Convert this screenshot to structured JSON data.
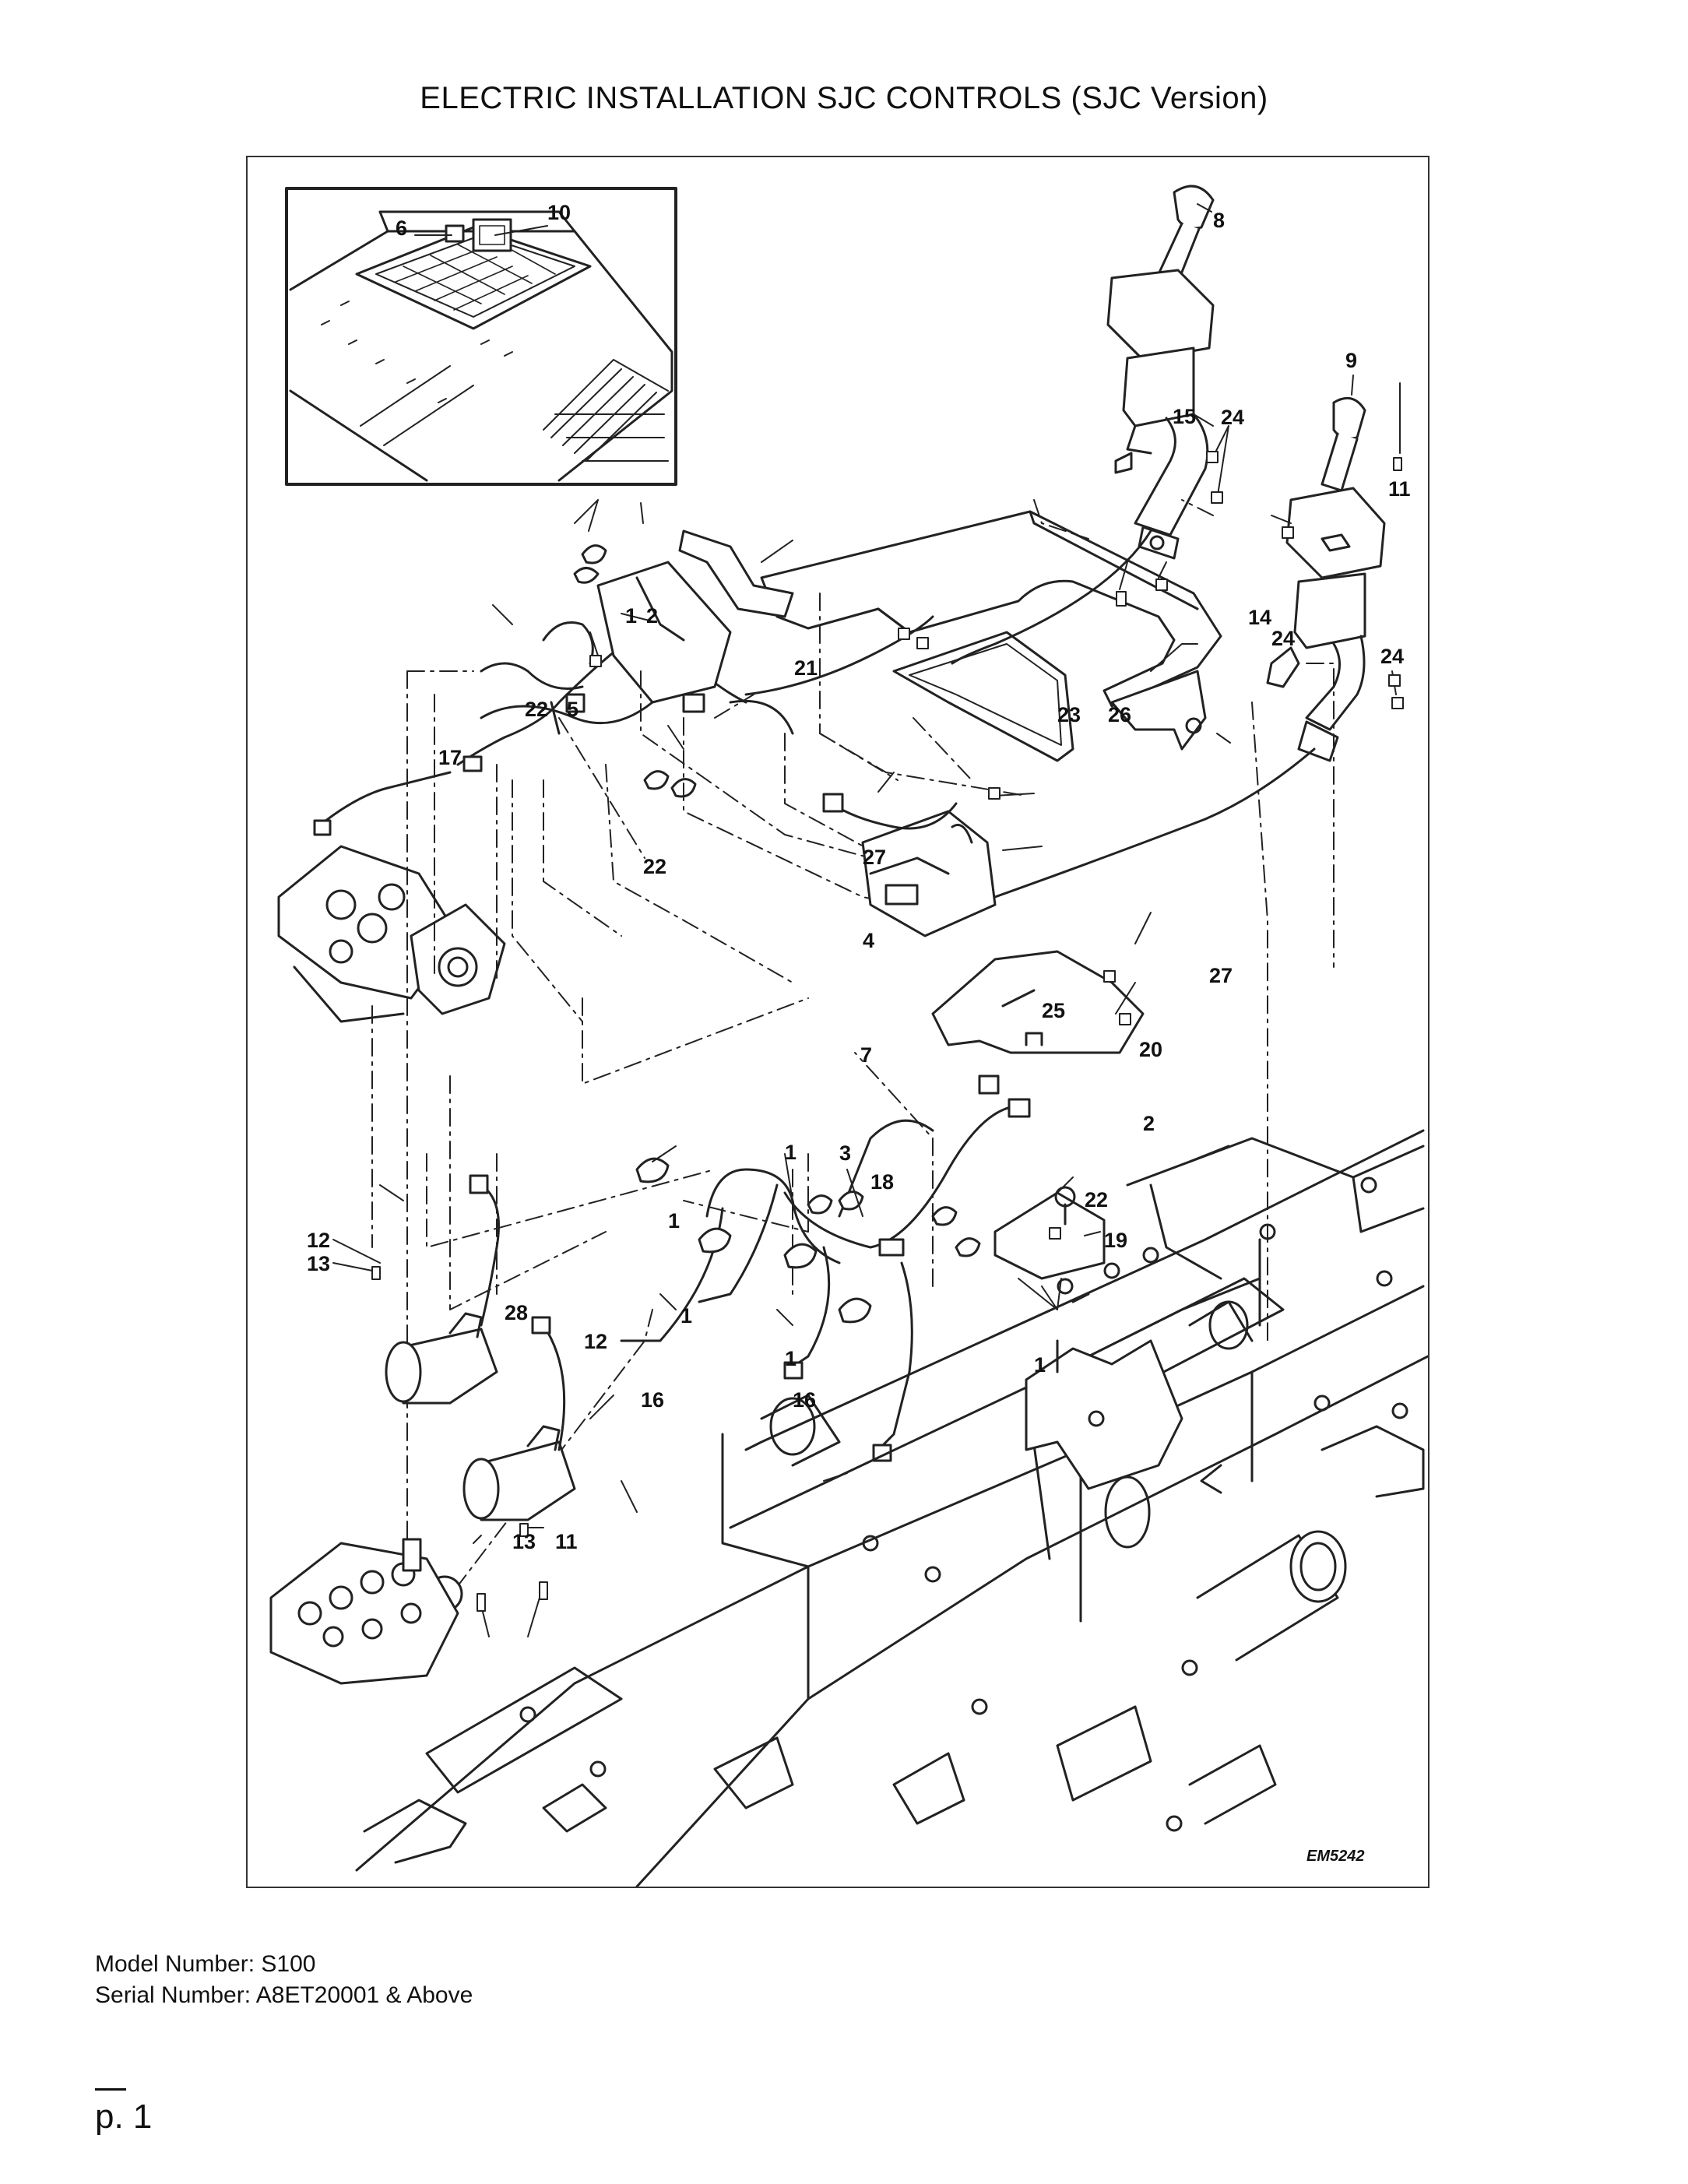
{
  "title": "ELECTRIC INSTALLATION SJC CONTROLS (SJC Version)",
  "diagram": {
    "code": "EM5242",
    "callouts": [
      {
        "id": "c-6",
        "label": "6"
      },
      {
        "id": "c-10",
        "label": "10"
      },
      {
        "id": "c-8",
        "label": "8"
      },
      {
        "id": "c-9",
        "label": "9"
      },
      {
        "id": "c-15",
        "label": "15"
      },
      {
        "id": "c-24a",
        "label": "24"
      },
      {
        "id": "c-11a",
        "label": "11"
      },
      {
        "id": "c-14",
        "label": "14"
      },
      {
        "id": "c-24b",
        "label": "24"
      },
      {
        "id": "c-24c",
        "label": "24"
      },
      {
        "id": "c-1a",
        "label": "1"
      },
      {
        "id": "c-2a",
        "label": "2"
      },
      {
        "id": "c-21",
        "label": "21"
      },
      {
        "id": "c-22a",
        "label": "22"
      },
      {
        "id": "c-5",
        "label": "5"
      },
      {
        "id": "c-23",
        "label": "23"
      },
      {
        "id": "c-26",
        "label": "26"
      },
      {
        "id": "c-17",
        "label": "17"
      },
      {
        "id": "c-27a",
        "label": "27"
      },
      {
        "id": "c-22b",
        "label": "22"
      },
      {
        "id": "c-4",
        "label": "4"
      },
      {
        "id": "c-27b",
        "label": "27"
      },
      {
        "id": "c-25",
        "label": "25"
      },
      {
        "id": "c-7",
        "label": "7"
      },
      {
        "id": "c-20",
        "label": "20"
      },
      {
        "id": "c-2b",
        "label": "2"
      },
      {
        "id": "c-1b",
        "label": "1"
      },
      {
        "id": "c-3",
        "label": "3"
      },
      {
        "id": "c-18",
        "label": "18"
      },
      {
        "id": "c-22c",
        "label": "22"
      },
      {
        "id": "c-1c",
        "label": "1"
      },
      {
        "id": "c-19",
        "label": "19"
      },
      {
        "id": "c-12a",
        "label": "12"
      },
      {
        "id": "c-13a",
        "label": "13"
      },
      {
        "id": "c-1d",
        "label": "1"
      },
      {
        "id": "c-28",
        "label": "28"
      },
      {
        "id": "c-1e",
        "label": "1"
      },
      {
        "id": "c-1f",
        "label": "1"
      },
      {
        "id": "c-12b",
        "label": "12"
      },
      {
        "id": "c-16a",
        "label": "16"
      },
      {
        "id": "c-16b",
        "label": "16"
      },
      {
        "id": "c-13b",
        "label": "13"
      },
      {
        "id": "c-11b",
        "label": "11"
      }
    ]
  },
  "model_line": "Model Number: S100",
  "serial_line": "Serial Number: A8ET20001 & Above",
  "page_number": "p. 1"
}
